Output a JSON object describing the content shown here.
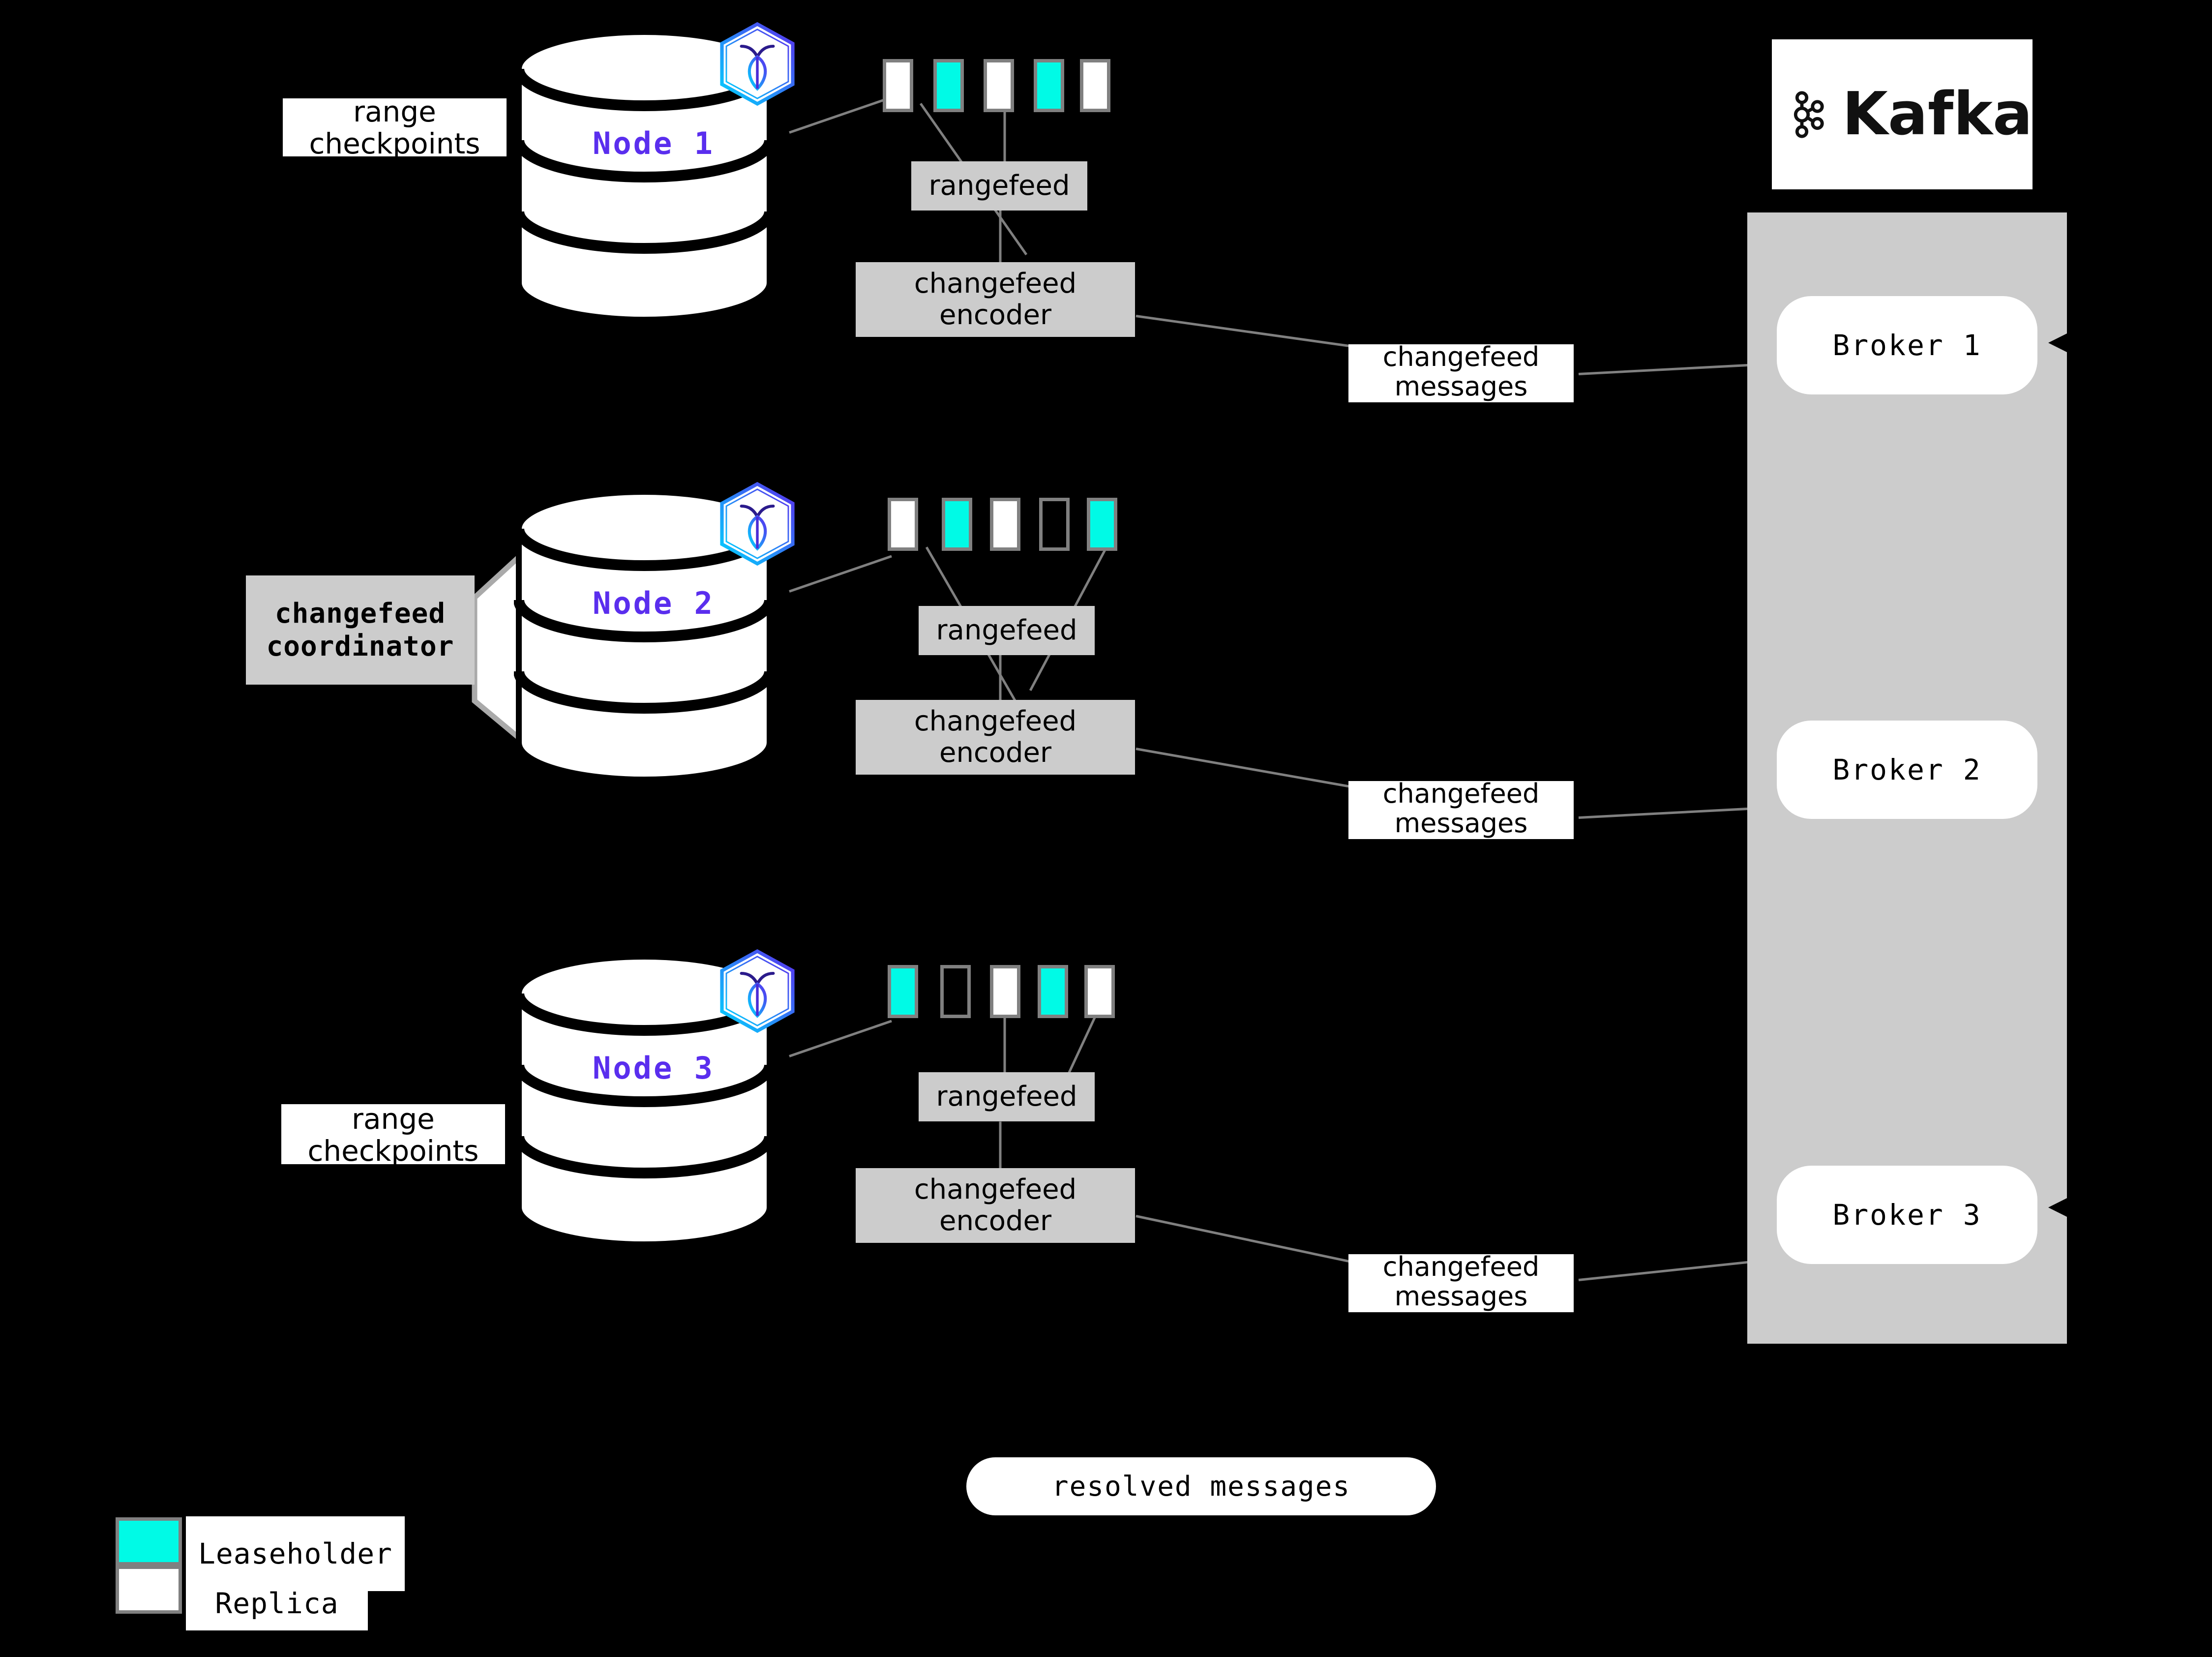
{
  "diagram": {
    "title": "CockroachDB changefeed to Kafka architecture",
    "background_color": "#000000",
    "accent_cyan": "#00FAE6",
    "node_label_color": "#5A2EEE",
    "box_grey": "#cccccc",
    "line_grey": "#808080"
  },
  "nodes": [
    {
      "id": "node-1",
      "label": "Node 1",
      "logo_name": "cockroachdb-hex-icon",
      "range_label": {
        "line1": "range",
        "line2": "checkpoints"
      },
      "ranges": [
        "replica",
        "leaseholder",
        "replica",
        "leaseholder",
        "replica"
      ],
      "rangefeed_label": "rangefeed",
      "encoder_label": {
        "line1": "changefeed",
        "line2": "encoder"
      },
      "messages_label": {
        "line1": "changefeed",
        "line2": "messages"
      }
    },
    {
      "id": "node-2",
      "label": "Node 2",
      "logo_name": "cockroachdb-hex-icon",
      "coordinator_label": {
        "line1": "changefeed",
        "line2": "coordinator"
      },
      "ranges": [
        "replica",
        "leaseholder",
        "replica",
        "empty",
        "leaseholder"
      ],
      "rangefeed_label": "rangefeed",
      "encoder_label": {
        "line1": "changefeed",
        "line2": "encoder"
      },
      "messages_label": {
        "line1": "changefeed",
        "line2": "messages"
      }
    },
    {
      "id": "node-3",
      "label": "Node 3",
      "logo_name": "cockroachdb-hex-icon",
      "range_label": {
        "line1": "range",
        "line2": "checkpoints"
      },
      "ranges": [
        "leaseholder",
        "empty",
        "replica",
        "leaseholder",
        "replica"
      ],
      "rangefeed_label": "rangefeed",
      "encoder_label": {
        "line1": "changefeed",
        "line2": "encoder"
      },
      "messages_label": {
        "line1": "changefeed",
        "line2": "messages"
      }
    }
  ],
  "kafka": {
    "logo_name": "kafka-logo",
    "logo_text": "Kafka",
    "brokers": [
      "Broker 1",
      "Broker 2",
      "Broker 3"
    ]
  },
  "resolved": {
    "label": "resolved messages"
  },
  "legend": {
    "items": [
      {
        "swatch": "leaseholder",
        "color": "#00FAE6",
        "label": "Leaseholder"
      },
      {
        "swatch": "replica",
        "color": "#ffffff",
        "label": "Replica"
      }
    ]
  }
}
